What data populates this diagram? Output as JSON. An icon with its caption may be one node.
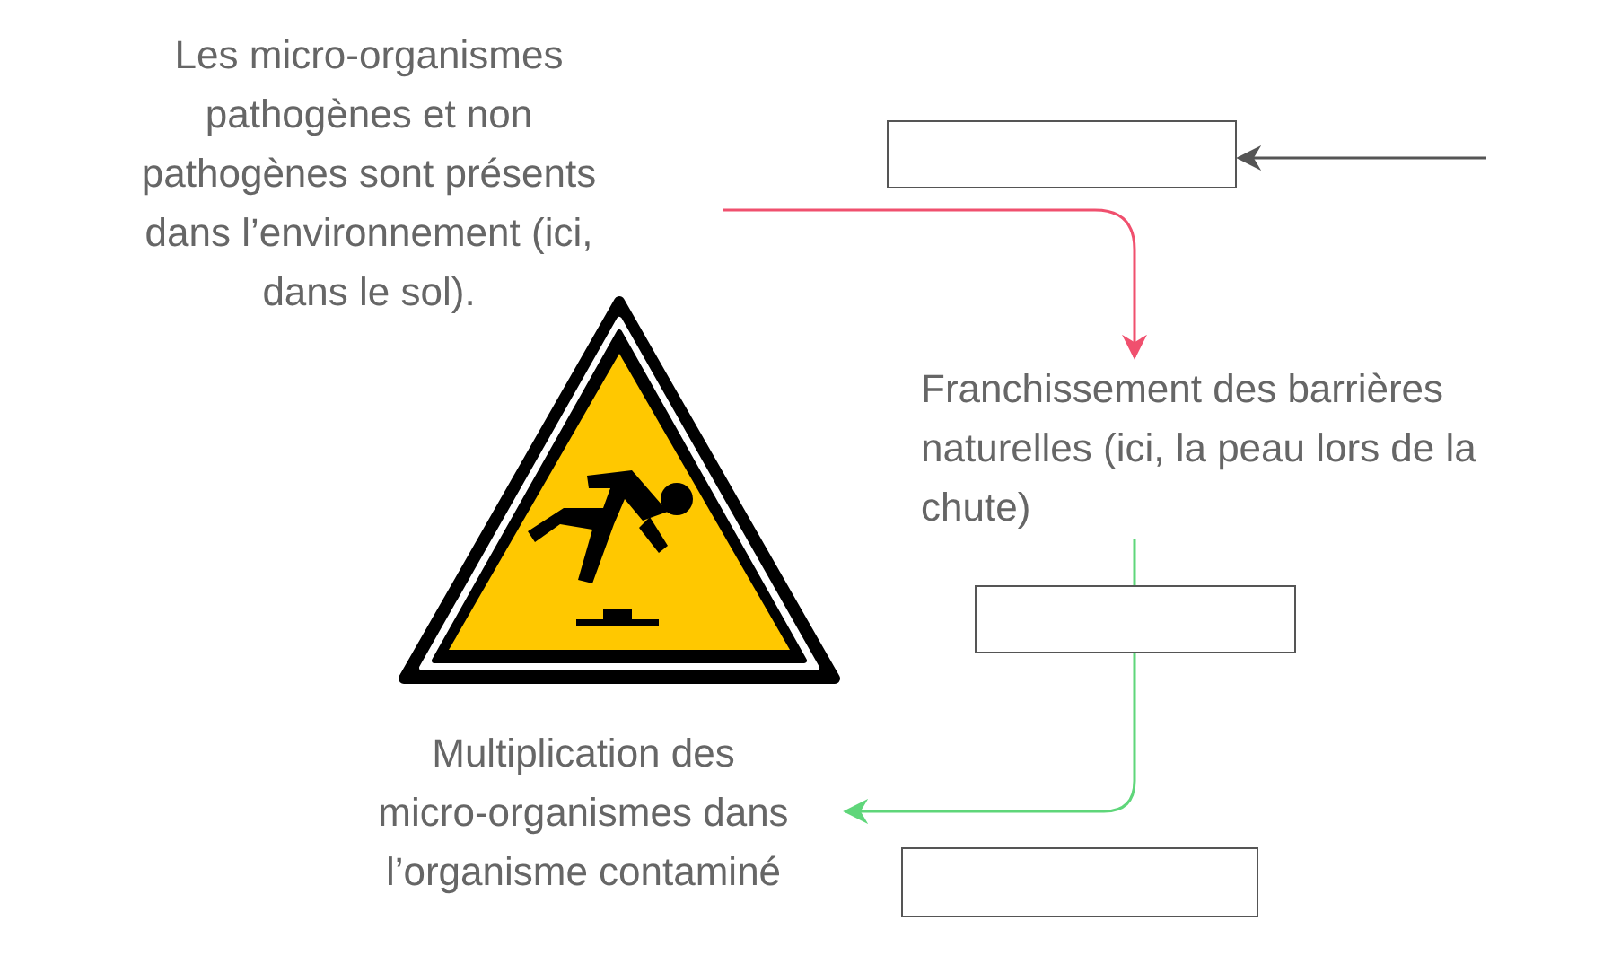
{
  "diagram": {
    "nodes": [
      {
        "text": [
          "Les micro-organismes pathogènes et non pathogènes sont présents dans l’environnement (ici, dans le sol)."
        ]
      },
      {
        "text": [],
        "shape": "box"
      },
      {
        "text": [
          "Franchissement des barrières naturelles (ici, la peau lors de la chute)"
        ]
      },
      {
        "text": [],
        "shape": "box"
      },
      {
        "text": [
          "Multiplication des micro-organismes dans l’organisme contaminé"
        ]
      },
      {
        "text": [],
        "shape": "box"
      }
    ],
    "edges": [
      {
        "from": null,
        "to": 1,
        "arrow": "to",
        "color": "#555555"
      },
      {
        "from": 0,
        "to": 2,
        "arrow": "to",
        "color": "#f0506e"
      },
      {
        "from": 2,
        "to": 3,
        "arrow": "none",
        "color": "#5fd67a"
      },
      {
        "from": 3,
        "to": 4,
        "arrow": "to",
        "color": "#5fd67a"
      }
    ]
  }
}
